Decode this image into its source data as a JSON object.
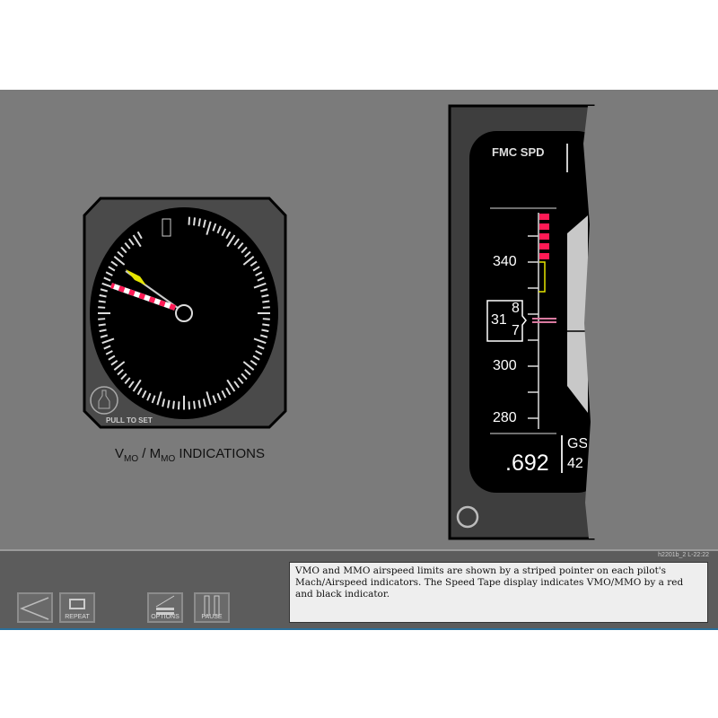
{
  "gauge": {
    "label_v": "V",
    "label_sub1": "MO",
    "label_sep": " / M",
    "label_sub2": "MO",
    "label_rest": " INDICATIONS",
    "pull_to_set": "PULL TO SET"
  },
  "speed_tape": {
    "header": "FMC SPD",
    "labels": [
      "340",
      "300",
      "280"
    ],
    "current_speed_major": "31",
    "current_speed_upper": "8",
    "current_speed_lower": "7",
    "mach": ".692",
    "gs_label": "GS",
    "gs_value": "42",
    "vmo_color": "#ff1a55",
    "bug_color": "#e6e600",
    "trend_color": "#d97aa0"
  },
  "controls": {
    "back_label": "",
    "repeat_label": "REPEAT",
    "options_label": "OPTIONS",
    "pause_label": "PAUSE"
  },
  "caption": {
    "text": "VMO and MMO airspeed limits are shown by a striped pointer on each pilot's Mach/Airspeed indicators. The Speed Tape display indicates VMO/MMO by a red and black indicator.",
    "code": "h2201b_2  L-22:22"
  }
}
